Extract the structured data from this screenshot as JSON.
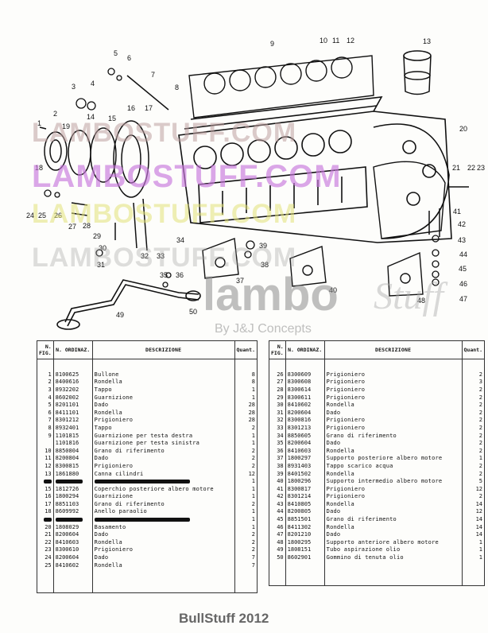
{
  "watermarks": {
    "line1": "LAMBOSTUFF.COM",
    "line2": "LAMBOSTUFF.COM",
    "line3": "LAMBOSTUFF.COM",
    "line4": "LAMBOSTUFF.COM",
    "brand_left": "lambo",
    "brand_right": "Stuff",
    "byline": "By J&J Concepts"
  },
  "callouts": [
    "1",
    "2",
    "3",
    "4",
    "5",
    "6",
    "7",
    "8",
    "9",
    "10",
    "11",
    "12",
    "13",
    "14",
    "15",
    "16",
    "17",
    "18",
    "19",
    "20",
    "21",
    "22",
    "23",
    "24",
    "25",
    "26",
    "27",
    "28",
    "29",
    "30",
    "31",
    "32",
    "33",
    "34",
    "35",
    "36",
    "37",
    "38",
    "39",
    "40",
    "41",
    "42",
    "43",
    "44",
    "45",
    "46",
    "47",
    "48",
    "49",
    "50"
  ],
  "table_headers": {
    "fig": "N. FIG.",
    "ord": "N. ORDINAZ.",
    "desc": "DESCRIZIONE",
    "qty": "Quant."
  },
  "table_left": [
    {
      "fig": "1",
      "ord": "8100625",
      "desc": "Bullone",
      "qty": "8"
    },
    {
      "fig": "2",
      "ord": "8400616",
      "desc": "Rondella",
      "qty": "8"
    },
    {
      "fig": "3",
      "ord": "8932202",
      "desc": "Tappo",
      "qty": "1"
    },
    {
      "fig": "4",
      "ord": "8602002",
      "desc": "Guarnizione",
      "qty": "1"
    },
    {
      "fig": "5",
      "ord": "8201101",
      "desc": "Dado",
      "qty": "28"
    },
    {
      "fig": "6",
      "ord": "8411101",
      "desc": "Rondella",
      "qty": "28"
    },
    {
      "fig": "7",
      "ord": "8301212",
      "desc": "Prigioniero",
      "qty": "28"
    },
    {
      "fig": "8",
      "ord": "8932401",
      "desc": "Tappo",
      "qty": "2"
    },
    {
      "fig": "9",
      "ord": "1101815",
      "desc": "Guarnizione per testa destra",
      "qty": "1"
    },
    {
      "fig": "",
      "ord": "1101816",
      "desc": "Guarnizione per testa sinistra",
      "qty": "1"
    },
    {
      "fig": "10",
      "ord": "8850804",
      "desc": "Grano di riferimento",
      "qty": "2"
    },
    {
      "fig": "11",
      "ord": "8200804",
      "desc": "Dado",
      "qty": "2"
    },
    {
      "fig": "12",
      "ord": "8300815",
      "desc": "Prigioniero",
      "qty": "2"
    },
    {
      "fig": "13",
      "ord": "1861880",
      "desc": "Canna cilindri",
      "qty": "12"
    },
    {
      "fig": "",
      "ord": "",
      "desc": "",
      "qty": "1",
      "redacted": true
    },
    {
      "fig": "15",
      "ord": "1812726",
      "desc": "Coperchio posteriore albero motore",
      "qty": "1"
    },
    {
      "fig": "16",
      "ord": "1800294",
      "desc": "Guarnizione",
      "qty": "1"
    },
    {
      "fig": "17",
      "ord": "8851103",
      "desc": "Grano di riferimento",
      "qty": "2"
    },
    {
      "fig": "18",
      "ord": "8609992",
      "desc": "Anello paraolio",
      "qty": "1"
    },
    {
      "fig": "",
      "ord": "",
      "desc": "",
      "qty": "1",
      "redacted": true
    },
    {
      "fig": "20",
      "ord": "1808029",
      "desc": "Basamento",
      "qty": "1"
    },
    {
      "fig": "21",
      "ord": "8200604",
      "desc": "Dado",
      "qty": "2"
    },
    {
      "fig": "22",
      "ord": "8410603",
      "desc": "Rondella",
      "qty": "2"
    },
    {
      "fig": "23",
      "ord": "8300610",
      "desc": "Prigioniero",
      "qty": "2"
    },
    {
      "fig": "24",
      "ord": "8200604",
      "desc": "Dado",
      "qty": "7"
    },
    {
      "fig": "25",
      "ord": "8410602",
      "desc": "Rondella",
      "qty": "7"
    }
  ],
  "table_right": [
    {
      "fig": "26",
      "ord": "8300609",
      "desc": "Prigioniero",
      "qty": "2"
    },
    {
      "fig": "27",
      "ord": "8300608",
      "desc": "Prigioniero",
      "qty": "3"
    },
    {
      "fig": "28",
      "ord": "8300614",
      "desc": "Prigioniero",
      "qty": "2"
    },
    {
      "fig": "29",
      "ord": "8300611",
      "desc": "Prigioniero",
      "qty": "2"
    },
    {
      "fig": "30",
      "ord": "8410602",
      "desc": "Rondella",
      "qty": "2"
    },
    {
      "fig": "31",
      "ord": "8200604",
      "desc": "Dado",
      "qty": "2"
    },
    {
      "fig": "32",
      "ord": "8300816",
      "desc": "Prigioniero",
      "qty": "2"
    },
    {
      "fig": "33",
      "ord": "8301213",
      "desc": "Prigioniero",
      "qty": "2"
    },
    {
      "fig": "34",
      "ord": "8850605",
      "desc": "Grano di riferimento",
      "qty": "2"
    },
    {
      "fig": "35",
      "ord": "8200604",
      "desc": "Dado",
      "qty": "2"
    },
    {
      "fig": "36",
      "ord": "8410603",
      "desc": "Rondella",
      "qty": "2"
    },
    {
      "fig": "37",
      "ord": "1800297",
      "desc": "Supporto posteriore albero motore",
      "qty": "1"
    },
    {
      "fig": "38",
      "ord": "8931403",
      "desc": "Tappo scarico acqua",
      "qty": "2"
    },
    {
      "fig": "39",
      "ord": "8401502",
      "desc": "Rondella",
      "qty": "2"
    },
    {
      "fig": "40",
      "ord": "1800296",
      "desc": "Supporto intermedio albero motore",
      "qty": "5"
    },
    {
      "fig": "41",
      "ord": "8300817",
      "desc": "Prigioniero",
      "qty": "12"
    },
    {
      "fig": "42",
      "ord": "8301214",
      "desc": "Prigioniero",
      "qty": "2"
    },
    {
      "fig": "43",
      "ord": "8410805",
      "desc": "Rondella",
      "qty": "14"
    },
    {
      "fig": "44",
      "ord": "8200805",
      "desc": "Dado",
      "qty": "12"
    },
    {
      "fig": "45",
      "ord": "8851501",
      "desc": "Grano di riferimento",
      "qty": "14"
    },
    {
      "fig": "46",
      "ord": "8411302",
      "desc": "Rondella",
      "qty": "14"
    },
    {
      "fig": "47",
      "ord": "8201210",
      "desc": "Dado",
      "qty": "14"
    },
    {
      "fig": "48",
      "ord": "1800295",
      "desc": "Supporto anteriore albero motore",
      "qty": "1"
    },
    {
      "fig": "49",
      "ord": "1808151",
      "desc": "Tubo aspirazione olio",
      "qty": "1"
    },
    {
      "fig": "50",
      "ord": "8602901",
      "desc": "Gommino di tenuta olio",
      "qty": "1"
    }
  ],
  "footer": "BullStuff 2012",
  "colors": {
    "ink": "#111111",
    "paper": "#fdfdfb",
    "watermark_purple": "#c878dc",
    "watermark_yellow": "#e1e178"
  }
}
